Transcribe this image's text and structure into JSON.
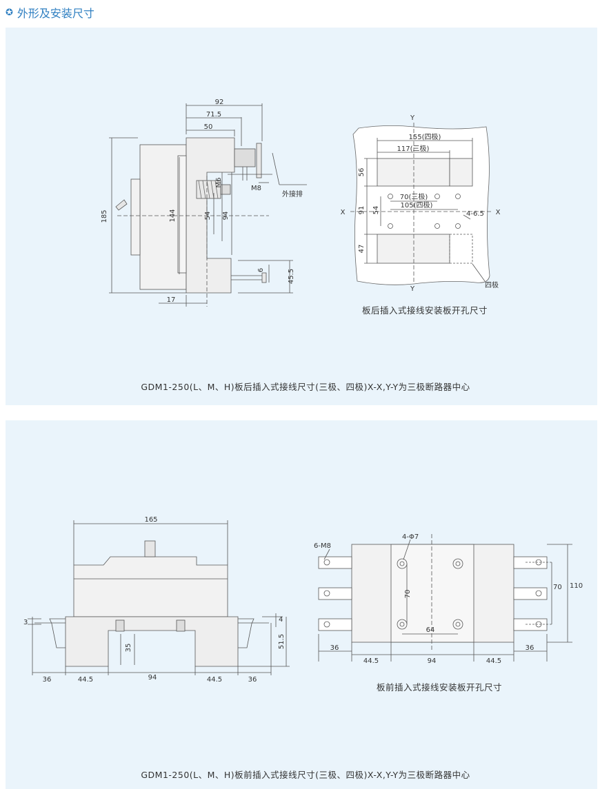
{
  "header": {
    "title": "外形及安装尺寸",
    "icon": "star-badge-icon"
  },
  "colors": {
    "accent": "#2f7fc1",
    "panel_bg": "#eaf4fb",
    "body_fill": "#f2f2f2",
    "line": "#333333"
  },
  "panel1": {
    "caption": "GDM1-250(L、M、H)板后插入式接线尺寸(三极、四极)X-X,Y-Y为三极断路器中心",
    "side_view": {
      "dims": {
        "d92": "92",
        "d71_5": "71.5",
        "d50": "50",
        "d185": "185",
        "d144": "144",
        "d54": "54",
        "d94": "94",
        "m6": "M6",
        "m8": "M8",
        "d6": "6",
        "d45_5": "45.5",
        "d17": "17"
      },
      "label_busbar": "外接排"
    },
    "cutout": {
      "caption": "板后插入式接线安装板开孔尺寸",
      "dims": {
        "w155": "155(四极)",
        "w117": "117(三极)",
        "h56": "56",
        "h91": "91",
        "h54": "54",
        "w70": "70(三极)",
        "w105": "105(四极)",
        "holes": "4-6.5",
        "h47": "47"
      },
      "axis_x": "X",
      "axis_y": "Y",
      "label_4pole": "四极"
    }
  },
  "panel2": {
    "caption": "GDM1-250(L、M、H)板前插入式接线尺寸(三极、四极)X-X,Y-Y为三极断路器中心",
    "front_view": {
      "dims": {
        "d165": "165",
        "d3": "3",
        "d4": "4",
        "d35": "35",
        "d51_5": "51.5",
        "b36a": "36",
        "b44_5a": "44.5",
        "b94": "94",
        "b44_5b": "44.5",
        "b36b": "36"
      }
    },
    "mount": {
      "caption": "板前插入式接线安装板开孔尺寸",
      "dims": {
        "m8": "6-M8",
        "phi7": "4-Φ7",
        "d70a": "70",
        "d64": "64",
        "d70b": "70",
        "d110": "110",
        "l36": "36",
        "b44_5a": "44.5",
        "b94": "94",
        "b44_5b": "44.5",
        "r36": "36"
      }
    }
  }
}
